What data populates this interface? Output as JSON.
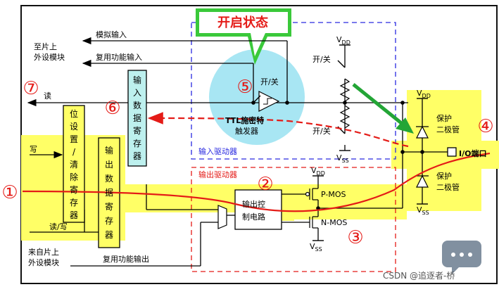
{
  "title_callout": "开启状态",
  "labels": {
    "to_chip_line1": "至片上",
    "to_chip_line2": "外设模块",
    "analog_in": "模拟输入",
    "alt_func_in": "复用功能输入",
    "read": "读",
    "write": "写",
    "read_write": "读/写",
    "from_chip_line1": "来自片上",
    "from_chip_line2": "外设模块",
    "alt_func_out": "复用功能输出",
    "input_driver": "输入驱动器",
    "output_driver": "输出驱动器",
    "switch1": "开/关",
    "switch2": "开/关",
    "switch3": "开/关",
    "ttl_line1": "TTL施密特",
    "ttl_line2": "触发器",
    "output_ctrl_line1": "输出控",
    "output_ctrl_line2": "制电路",
    "pmos": "P-MOS",
    "nmos": "N-MOS",
    "vdd": "V",
    "vss": "V",
    "vdd_sub": "DD",
    "vss_sub": "SS",
    "protect_line1": "保护",
    "protect_line2": "二极管",
    "io_port": "I/O端口",
    "watermark": "CSDN @追逐者-桥"
  },
  "registers": {
    "input_data": [
      "输",
      "入",
      "数",
      "据",
      "寄",
      "存",
      "器"
    ],
    "bit_set": [
      "位",
      "设",
      "置",
      "/",
      "清",
      "除",
      "寄",
      "存",
      "器"
    ],
    "output_data": [
      "输",
      "出",
      "数",
      "据",
      "寄",
      "存",
      "器"
    ]
  },
  "markers": [
    "①",
    "②",
    "③",
    "④",
    "⑤",
    "⑥",
    "⑦"
  ],
  "colors": {
    "yellow": "#ffff66",
    "red": "#e41b17",
    "blue_dash": "#2a2ae0",
    "green": "#23a536",
    "cyan_circle": "#a8e6f3",
    "teal_box": "#bdf0ee",
    "callout_green": "#3ac93a"
  }
}
